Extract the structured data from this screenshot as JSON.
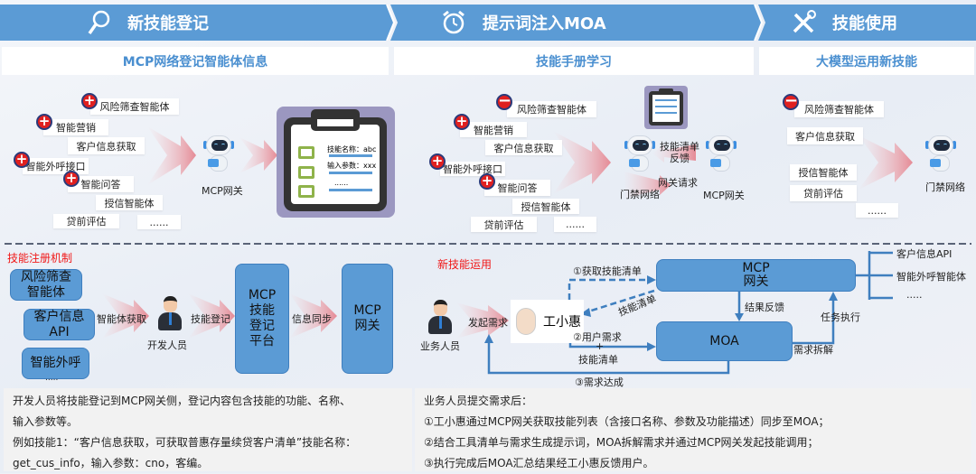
{
  "header": {
    "steps": [
      {
        "label": "新技能登记",
        "icon": "magnifier-icon"
      },
      {
        "label": "提示词注入MOA",
        "icon": "alarm-clock-icon"
      },
      {
        "label": "技能使用",
        "icon": "tools-icon"
      }
    ],
    "subtitles": [
      "MCP网络登记智能体信息",
      "技能手册学习",
      "大模型运用新技能"
    ]
  },
  "panel1": {
    "items": [
      "风险筛查智能体",
      "智能营销",
      "客户信息获取",
      "智能外呼接口",
      "智能问答",
      "授信智能体",
      "贷前评估",
      "......"
    ],
    "robot_label": "MCP网关",
    "clipboard": {
      "line1": "技能名称：abc",
      "line2": "输入参数：xxx",
      "line3": "......"
    }
  },
  "panel2": {
    "items": [
      "风险筛查智能体",
      "智能营销",
      "客户信息获取",
      "智能外呼接口",
      "智能问答",
      "授信智能体",
      "贷前评估",
      "......"
    ],
    "robot1_label": "门禁网络",
    "robot2_label": "MCP网关",
    "feedback_label": "技能清单\n反馈",
    "request_label": "网关请求"
  },
  "panel3": {
    "items": [
      "风险筛查智能体",
      "客户信息获取",
      "授信智能体",
      "贷前评估",
      "......"
    ],
    "robot_label": "门禁网络"
  },
  "register": {
    "title": "技能注册机制",
    "sources": [
      "风险筛查\n智能体",
      "客户信息\nAPI",
      "智能外呼",
      "....."
    ],
    "arrow1": "智能体获取",
    "developer": "开发人员",
    "arrow2": "技能登记",
    "platform": "MCP\n技能\n登记\n平台",
    "arrow3": "信息同步",
    "gateway": "MCP\n网关"
  },
  "usage": {
    "title": "新技能运用",
    "user": "业务人员",
    "initiate": "发起需求",
    "assistant": "工小惠",
    "mcp": "MCP\n网关",
    "moa": "MOA",
    "step1": "①获取技能清单",
    "skill_list": "技能清单",
    "step2a": "②用户需求",
    "plus": "+",
    "step2b": "技能清单",
    "result": "结果反馈",
    "task": "任务执行",
    "decompose": "需求拆解",
    "step3": "③需求达成",
    "targets": [
      "客户信息API",
      "智能外呼智能体",
      "....."
    ]
  },
  "notes": {
    "left": [
      "开发人员将技能登记到MCP网关侧，登记内容包含技能的功能、名称、",
      "输入参数等。",
      "例如技能1：“客户信息获取，可获取普惠存量续贷客户清单”技能名称：",
      "get_cus_info，输入参数：cno，客编。"
    ],
    "right": [
      "业务人员提交需求后：",
      "①工小惠通过MCP网关获取技能列表（含接口名称、参数及功能描述）同步至MOA；",
      "②结合工具清单与需求生成提示词，MOA拆解需求并通过MCP网关发起技能调用；",
      "③执行完成后MOA汇总结果经工小惠反馈用户。"
    ]
  },
  "colors": {
    "accent": "#5b9bd5",
    "red": "#e02020",
    "arrow": "#e8a0a8"
  }
}
